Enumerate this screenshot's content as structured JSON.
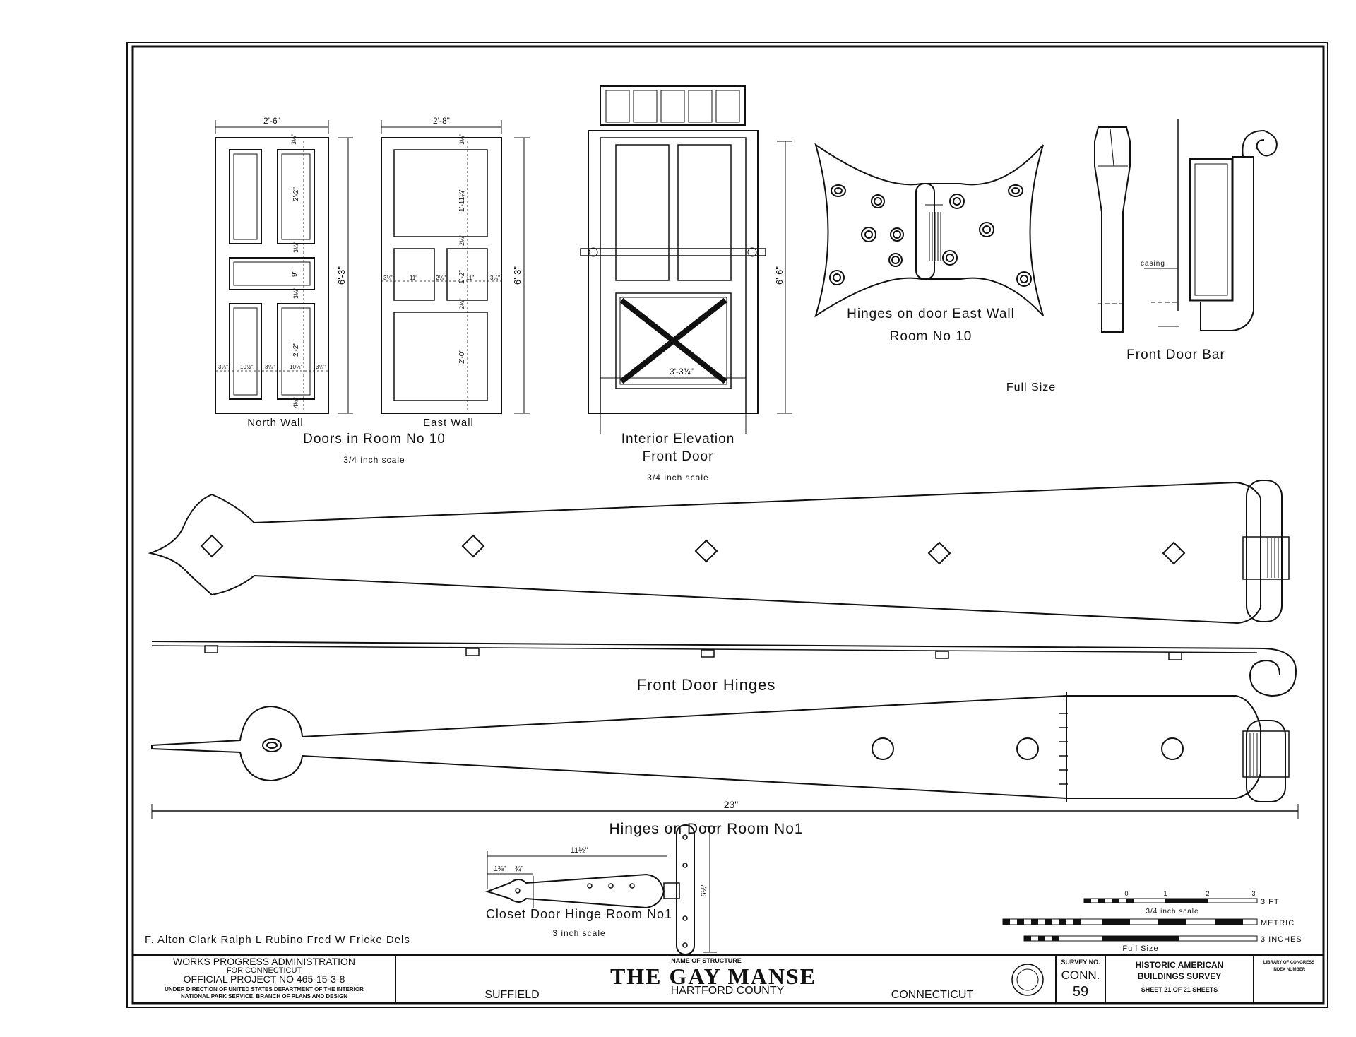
{
  "doors": {
    "north": {
      "width": "2'-6\"",
      "height": "6'-3\"",
      "caption": "North Wall",
      "dims": [
        "3¼\"",
        "2'-2\"",
        "3¼\"",
        "9\"",
        "3¼\"",
        "2'-2\"",
        "4½\""
      ],
      "bottom_dims": [
        "3¼\"",
        "10½\"",
        "3¼\"",
        "10½\"",
        "3¼\""
      ]
    },
    "east": {
      "width": "2'-8\"",
      "height": "6'-3\"",
      "caption": "East Wall",
      "dims": [
        "3¼\"",
        "1'-11¼\"",
        "2¼\"",
        "1'-2\"",
        "2¼\"",
        "2'-0\""
      ],
      "mid_dims": [
        "3¼\"",
        "11\"",
        "2¼\"",
        "11\"",
        "3¼\""
      ]
    },
    "group_title": "Doors in Room No 10",
    "scale": "3/4 inch scale"
  },
  "front_door": {
    "height": "6'-6\"",
    "width_dim": "3'-3¾\"",
    "title_1": "Interior Elevation",
    "title_2": "Front Door",
    "scale": "3/4 inch scale"
  },
  "east_hinge": {
    "title_1": "Hinges on door East Wall",
    "title_2": "Room No 10"
  },
  "door_bar": {
    "title": "Front Door Bar",
    "casing": "casing"
  },
  "full_size": "Full Size",
  "front_hinges": {
    "title": "Front Door Hinges"
  },
  "room1_hinges": {
    "title": "Hinges on Door Room No1",
    "length": "23\""
  },
  "closet_hinge": {
    "title": "Closet Door Hinge Room No1",
    "scale": "3 inch scale",
    "length": "11½\"",
    "d1": "1⅜\"",
    "d2": "¾\"",
    "height": "6½\""
  },
  "scales": {
    "ticks": [
      "0",
      "1",
      "2",
      "3"
    ],
    "feet": "3 FT",
    "feet_caption": "3/4 inch scale",
    "metric": "METRIC",
    "inches": "3 INCHES",
    "full_caption": "Full Size"
  },
  "delineators": "F. Alton Clark   Ralph L Rubino   Fred W Fricke   Dels",
  "title_block": {
    "wpa_1": "WORKS PROGRESS ADMINISTRATION",
    "wpa_2": "FOR CONNECTICUT",
    "wpa_3": "OFFICIAL PROJECT NO 465-15-3-8",
    "wpa_4": "UNDER DIRECTION OF UNITED STATES DEPARTMENT OF THE INTERIOR",
    "wpa_5": "NATIONAL PARK SERVICE, BRANCH OF PLANS AND DESIGN",
    "name_label": "NAME OF STRUCTURE",
    "name": "THE GAY MANSE",
    "town": "SUFFIELD",
    "county": "HARTFORD COUNTY",
    "state": "CONNECTICUT",
    "survey_label": "SURVEY NO.",
    "survey_state": "CONN.",
    "survey_no": "59",
    "habs_1": "HISTORIC AMERICAN",
    "habs_2": "BUILDINGS SURVEY",
    "sheet": "SHEET 21 OF 21 SHEETS",
    "loc_1": "LIBRARY OF CONGRESS",
    "loc_2": "INDEX NUMBER"
  }
}
